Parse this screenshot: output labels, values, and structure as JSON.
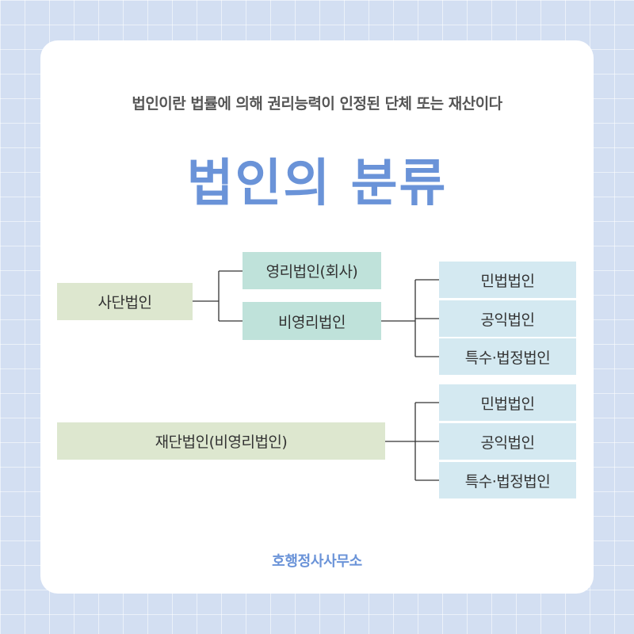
{
  "subtitle": "법인이란 법률에 의해 권리능력이 인정된 단체 또는 재산이다",
  "title": "법인의 분류",
  "tree1": {
    "root": "사단법인",
    "child1": "영리법인(회사)",
    "child2": "비영리법인",
    "leaves": [
      "민법법인",
      "공익법인",
      "특수·법정법인"
    ]
  },
  "tree2": {
    "root": "재단법인(비영리법인)",
    "leaves": [
      "민법법인",
      "공익법인",
      "특수·법정법인"
    ]
  },
  "footer": "호행정사사무소",
  "colors": {
    "accent": "#6a93d8",
    "root_box": "#dde7cf",
    "mid_box": "#bfe2da",
    "leaf_box": "#d4e9f1",
    "background": "#d3dff2"
  }
}
